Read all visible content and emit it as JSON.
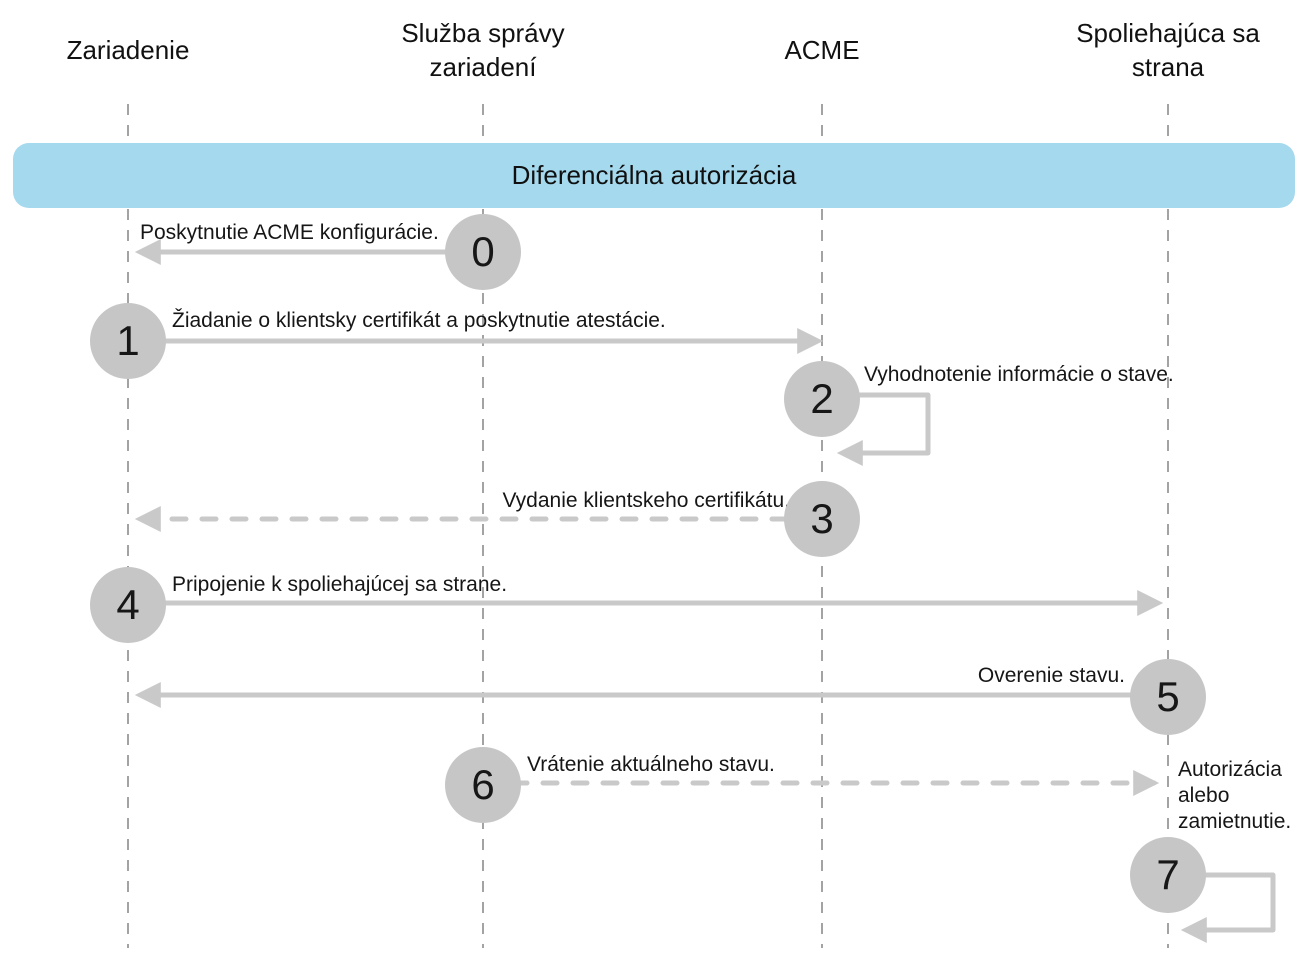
{
  "diagram": {
    "banner": "Diferenciálna autorizácia",
    "actors": [
      {
        "name": "Zariadenie"
      },
      {
        "name": "Služba správy zariadení"
      },
      {
        "name": "ACME"
      },
      {
        "name": "Spoliehajúca sa strana"
      }
    ],
    "steps": [
      {
        "num": "0",
        "label": "Poskytnutie ACME konfigurácie.",
        "from": "Služba správy zariadení",
        "to": "Zariadenie",
        "line": "solid"
      },
      {
        "num": "1",
        "label": "Žiadanie o klientsky certifikát a poskytnutie atestácie.",
        "from": "Zariadenie",
        "to": "ACME",
        "line": "solid"
      },
      {
        "num": "2",
        "label": "Vyhodnotenie informácie o stave.",
        "from": "ACME",
        "to": "ACME",
        "line": "self-loop"
      },
      {
        "num": "3",
        "label": "Vydanie klientskeho certifikátu.",
        "from": "ACME",
        "to": "Zariadenie",
        "line": "dashed"
      },
      {
        "num": "4",
        "label": "Pripojenie k spoliehajúcej sa strane.",
        "from": "Zariadenie",
        "to": "Spoliehajúca sa strana",
        "line": "solid"
      },
      {
        "num": "5",
        "label": "Overenie stavu.",
        "from": "Spoliehajúca sa strana",
        "to": "Zariadenie",
        "line": "solid"
      },
      {
        "num": "6",
        "label": "Vrátenie aktuálneho stavu.",
        "from": "Služba správy zariadení",
        "to": "Spoliehajúca sa strana",
        "line": "dashed"
      },
      {
        "num": "7",
        "label": "Autorizácia alebo zamietnutie.",
        "from": "Spoliehajúca sa strana",
        "to": "Spoliehajúca sa strana",
        "line": "self-loop"
      }
    ],
    "colors": {
      "banner_bg": "#a5d9ee",
      "node_bg": "#c6c6c6",
      "arrow": "#c9c9c9",
      "lifeline": "#a3a3a3",
      "text": "#161616"
    }
  }
}
